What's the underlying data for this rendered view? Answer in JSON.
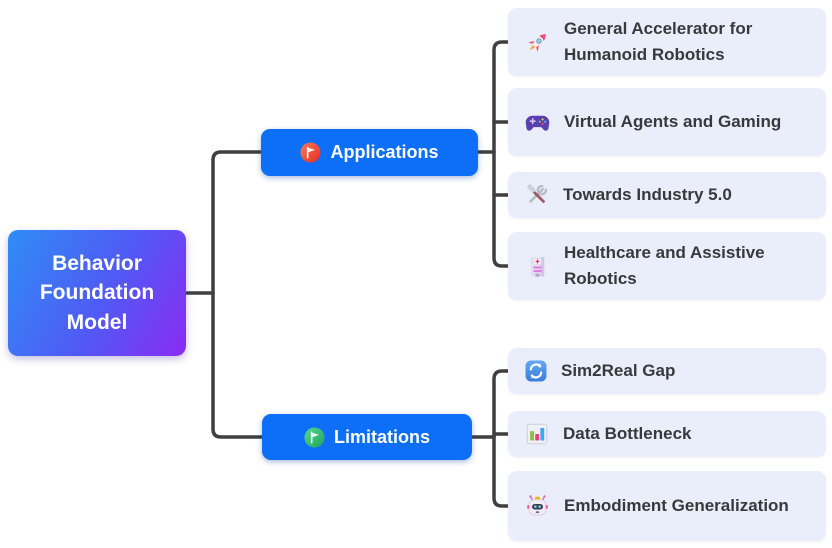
{
  "diagram": {
    "type": "mindmap",
    "root": {
      "label": "Behavior Foundation Model",
      "icon": "none"
    },
    "branches": [
      {
        "label": "Applications",
        "icon": "red-flag-icon",
        "children": [
          {
            "label": "General Accelerator for Humanoid Robotics",
            "icon": "rocket-icon"
          },
          {
            "label": "Virtual Agents and Gaming",
            "icon": "gamepad-icon"
          },
          {
            "label": "Towards Industry 5.0",
            "icon": "hammer-wrench-icon"
          },
          {
            "label": "Healthcare and Assistive Robotics",
            "icon": "hospital-icon"
          }
        ]
      },
      {
        "label": "Limitations",
        "icon": "green-flag-icon",
        "children": [
          {
            "label": "Sim2Real Gap",
            "icon": "sync-icon"
          },
          {
            "label": "Data Bottleneck",
            "icon": "bar-chart-icon"
          },
          {
            "label": "Embodiment Generalization",
            "icon": "robot-icon"
          }
        ]
      }
    ],
    "colors": {
      "root_gradient_start": "#2f8df5",
      "root_gradient_end": "#8b2bf2",
      "branch_blue": "#0d6ef7",
      "leaf_background": "#e9eefa",
      "leaf_text": "#39393d",
      "connector": "#3f3f3f",
      "applications_badge": "#e8392c",
      "limitations_badge": "#2fb769"
    }
  }
}
